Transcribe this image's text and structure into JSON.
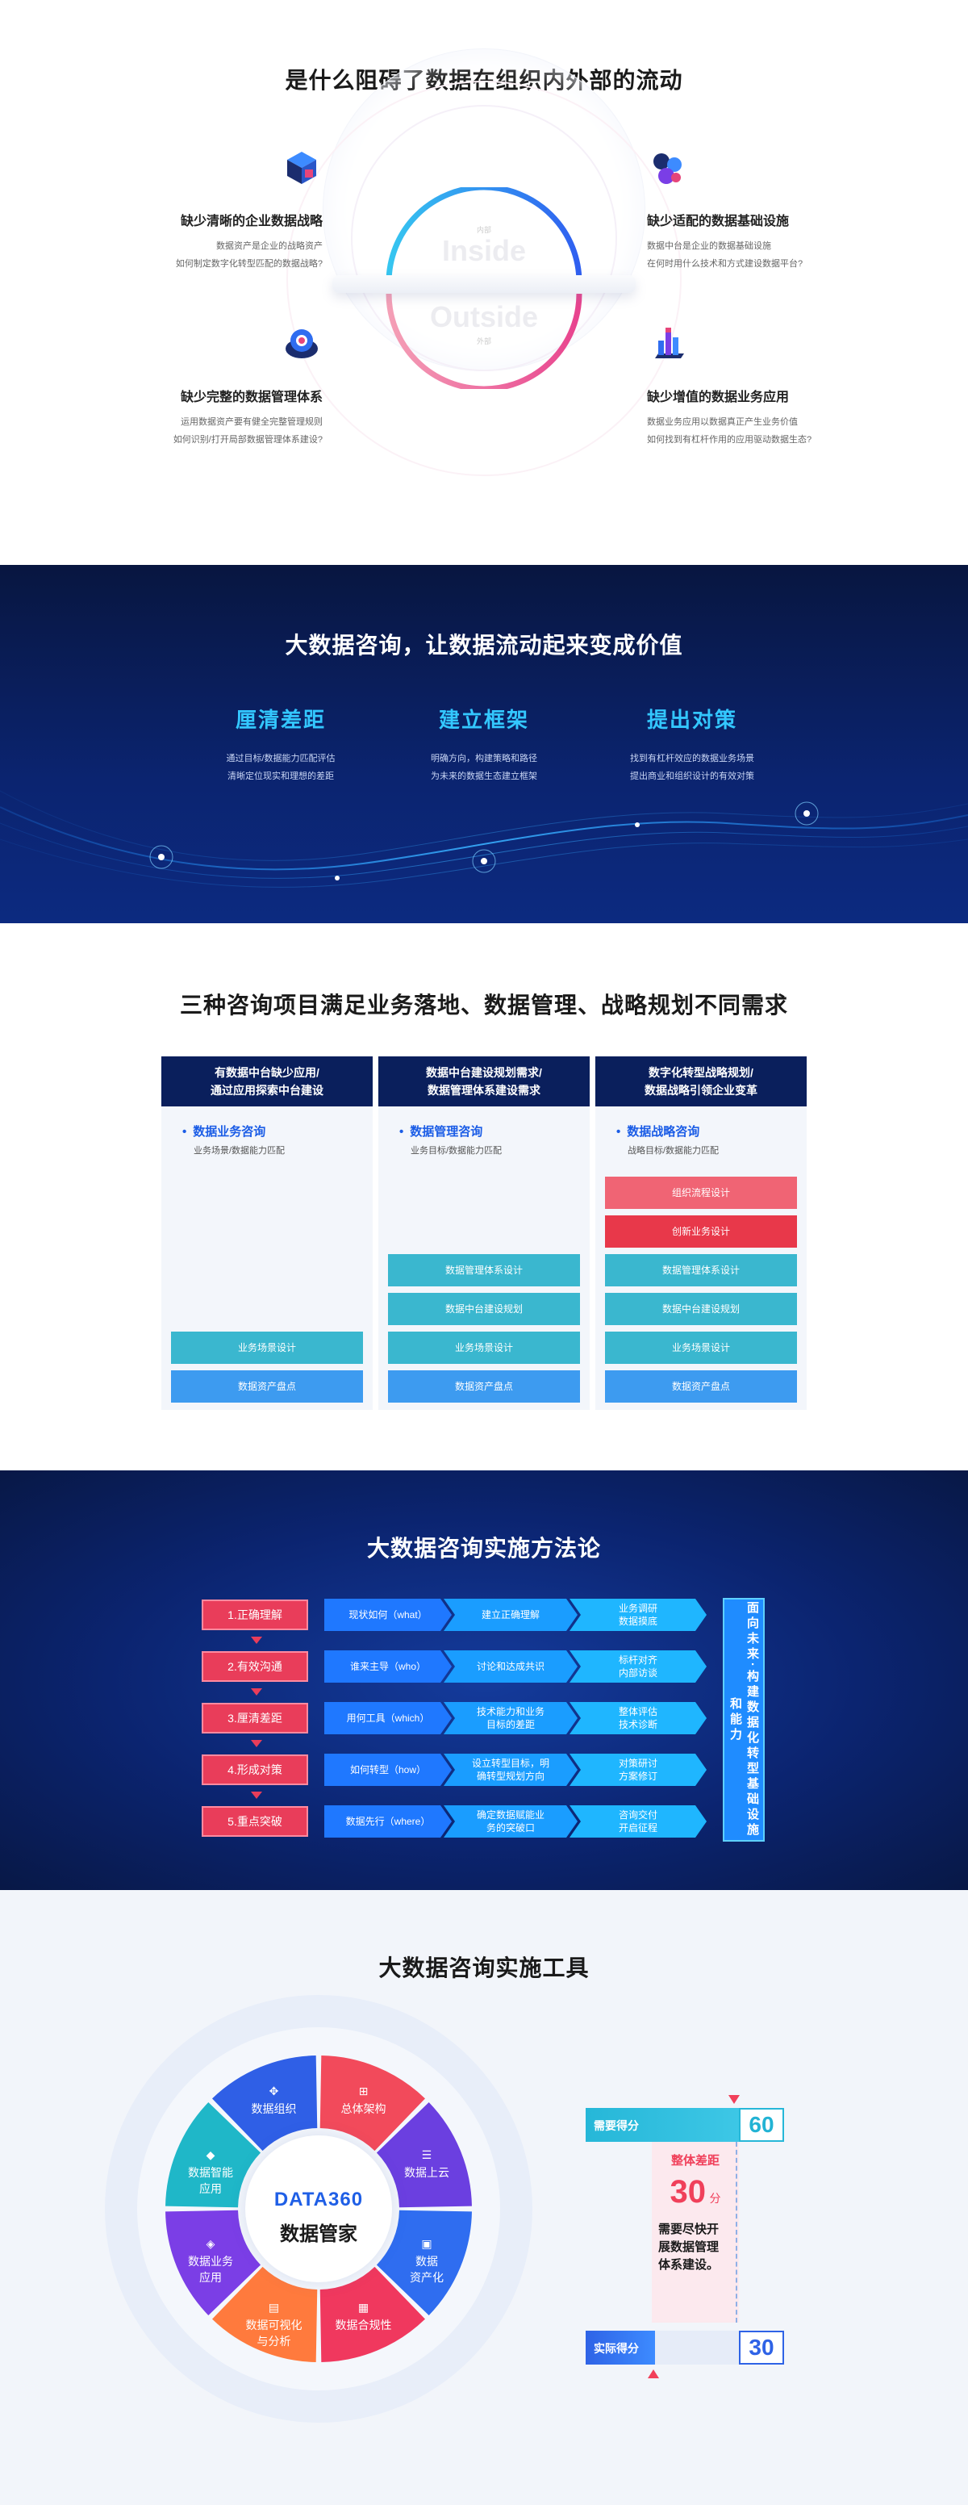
{
  "s1": {
    "title": "是什么阻碍了数据在组织内外部的流动",
    "inside_cn": "内部",
    "inside": "Inside",
    "outside": "Outside",
    "outside_cn": "外部",
    "cards": [
      {
        "title": "缺少清晰的企业数据战略",
        "l1": "数据资产是企业的战略资产",
        "l2": "如何制定数字化转型匹配的数据战略?",
        "icon": "cube-icon"
      },
      {
        "title": "缺少适配的数据基础设施",
        "l1": "数据中台是企业的数据基础设施",
        "l2": "在何时用什么技术和方式建设数据平台?",
        "icon": "gear-cluster-icon"
      },
      {
        "title": "缺少完整的数据管理体系",
        "l1": "运用数据资产要有健全完整管理规则",
        "l2": "如何识别/打开局部数据管理体系建设?",
        "icon": "shield-ring-icon"
      },
      {
        "title": "缺少增值的数据业务应用",
        "l1": "数据业务应用以数据真正产生业务价值",
        "l2": "如何找到有杠杆作用的应用驱动数据生态?",
        "icon": "bar-stack-icon"
      }
    ]
  },
  "s2": {
    "title": "大数据咨询，让数据流动起来变成价值",
    "cols": [
      {
        "h": "厘清差距",
        "l1": "通过目标/数据能力匹配评估",
        "l2": "清晰定位现实和理想的差距"
      },
      {
        "h": "建立框架",
        "l1": "明确方向，构建策略和路径",
        "l2": "为未来的数据生态建立框架"
      },
      {
        "h": "提出对策",
        "l1": "找到有杠杆效应的数据业务场景",
        "l2": "提出商业和组织设计的有效对策"
      }
    ]
  },
  "s3": {
    "title": "三种咨询项目满足业务落地、数据管理、战略规划不同需求",
    "cols": [
      {
        "h1": "有数据中台缺少应用/",
        "h2": "通过应用探索中台建设",
        "kt": "数据业务咨询",
        "ks": "业务场景/数据能力匹配",
        "bars": [
          "业务场景设计",
          "数据资产盘点"
        ]
      },
      {
        "h1": "数据中台建设规划需求/",
        "h2": "数据管理体系建设需求",
        "kt": "数据管理咨询",
        "ks": "业务目标/数据能力匹配",
        "bars": [
          "数据管理体系设计",
          "数据中台建设规划",
          "业务场景设计",
          "数据资产盘点"
        ]
      },
      {
        "h1": "数字化转型战略规划/",
        "h2": "数据战略引领企业变革",
        "kt": "数据战略咨询",
        "ks": "战略目标/数据能力匹配",
        "bars": [
          "组织流程设计",
          "创新业务设计",
          "数据管理体系设计",
          "数据中台建设规划",
          "业务场景设计",
          "数据资产盘点"
        ]
      }
    ]
  },
  "s4": {
    "title": "大数据咨询实施方法论",
    "steps": [
      "1.正确理解",
      "2.有效沟通",
      "3.厘清差距",
      "4.形成对策",
      "5.重点突破"
    ],
    "rows": [
      [
        "现状如何（what）",
        "建立正确理解",
        "业务调研\n数据摸底"
      ],
      [
        "谁来主导（who）",
        "讨论和达成共识",
        "标杆对齐\n内部访谈"
      ],
      [
        "用何工具（which）",
        "技术能力和业务\n目标的差距",
        "整体评估\n技术诊断"
      ],
      [
        "如何转型（how）",
        "设立转型目标，明\n确转型规划方向",
        "对策研讨\n方案修订"
      ],
      [
        "数据先行（where）",
        "确定数据赋能业\n务的突破口",
        "咨询交付\n开启征程"
      ]
    ],
    "vertical": "面向未来·构建数据化转型基础设施和能力"
  },
  "s5": {
    "title": "大数据咨询实施工具",
    "brand": "DATA360",
    "brand_sub": "数据管家",
    "segments": [
      {
        "label": "总体架构",
        "icon": "org-chart-icon",
        "color": "#f24a5b"
      },
      {
        "label": "数据上云",
        "icon": "stack-icon",
        "color": "#6b3fe0"
      },
      {
        "label": "数据\n资产化",
        "icon": "folder-icon",
        "color": "#2f6df0"
      },
      {
        "label": "数据合规性",
        "icon": "calendar-icon",
        "color": "#f0385e"
      },
      {
        "label": "数据可视化\n与分析",
        "icon": "chart-icon",
        "color": "#ff7a3d"
      },
      {
        "label": "数据业务\n应用",
        "icon": "app-icon",
        "color": "#7b3ee6"
      },
      {
        "label": "数据智能\n应用",
        "icon": "layers-icon",
        "color": "#1fb7c8"
      },
      {
        "label": "数据组织",
        "icon": "network-icon",
        "color": "#2f5fe6"
      }
    ],
    "gap": {
      "need_label": "需要得分",
      "need": 60,
      "gap_label": "整体差距",
      "gap_value": 30,
      "gap_unit": "分",
      "advice": "需要尽快开\n展数据管理\n体系建设。",
      "actual_label": "实际得分",
      "actual": 30
    }
  }
}
